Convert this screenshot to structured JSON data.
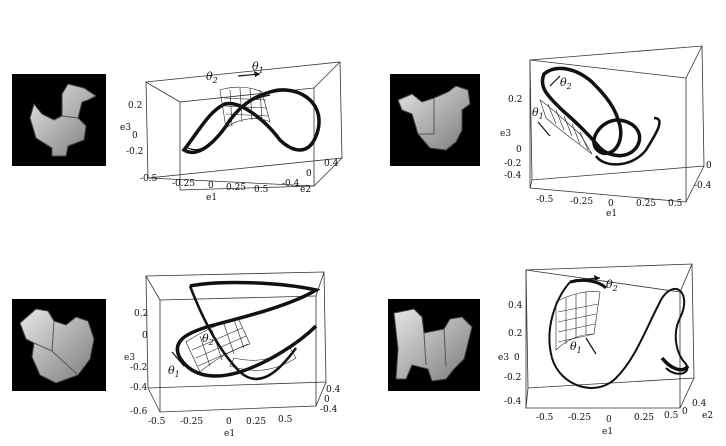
{
  "panels": [
    {
      "id": "top-left",
      "annotations": [
        "θ",
        "2",
        "θ",
        "1"
      ],
      "axes": {
        "xlabel": "e1",
        "ylabel": "e2",
        "zlabel": "e3",
        "xticks": [
          "-0.5",
          "-0.25",
          "0",
          "0.25",
          "0.5"
        ],
        "yticks": [
          "0.4",
          "0",
          "-0.4"
        ],
        "zticks": [
          "0.2",
          "0",
          "-0.2"
        ]
      }
    },
    {
      "id": "top-right",
      "annotations": [
        "θ",
        "2",
        "θ",
        "1"
      ],
      "axes": {
        "xlabel": "e1",
        "ylabel": "",
        "zlabel": "e3",
        "xticks": [
          "-0.5",
          "-0.25",
          "0",
          "0.25",
          "0.5"
        ],
        "yticks": [
          "0",
          "-0.4"
        ],
        "zticks": [
          "0.2",
          "0",
          "-0.2",
          "-0.4"
        ]
      }
    },
    {
      "id": "bottom-left",
      "annotations": [
        "θ",
        "2",
        "θ",
        "1"
      ],
      "axes": {
        "xlabel": "e1",
        "ylabel": "",
        "zlabel": "e3",
        "xticks": [
          "-0.5",
          "-0.25",
          "0",
          "0.25",
          "0.5"
        ],
        "yticks": [
          "0.4",
          "0",
          "-0.4"
        ],
        "zticks": [
          "0.2",
          "0",
          "-0.2",
          "-0.4",
          "-0.6"
        ]
      }
    },
    {
      "id": "bottom-right",
      "annotations": [
        "θ",
        "2",
        "θ",
        "1"
      ],
      "axes": {
        "xlabel": "e1",
        "ylabel": "e2",
        "zlabel": "e3",
        "xticks": [
          "-0.5",
          "-0.25",
          "0",
          "0.25",
          "0.5"
        ],
        "yticks": [
          "0",
          "0.4"
        ],
        "zticks": [
          "0.4",
          "0.2",
          "0",
          "-0.2",
          "-0.4"
        ]
      }
    }
  ]
}
